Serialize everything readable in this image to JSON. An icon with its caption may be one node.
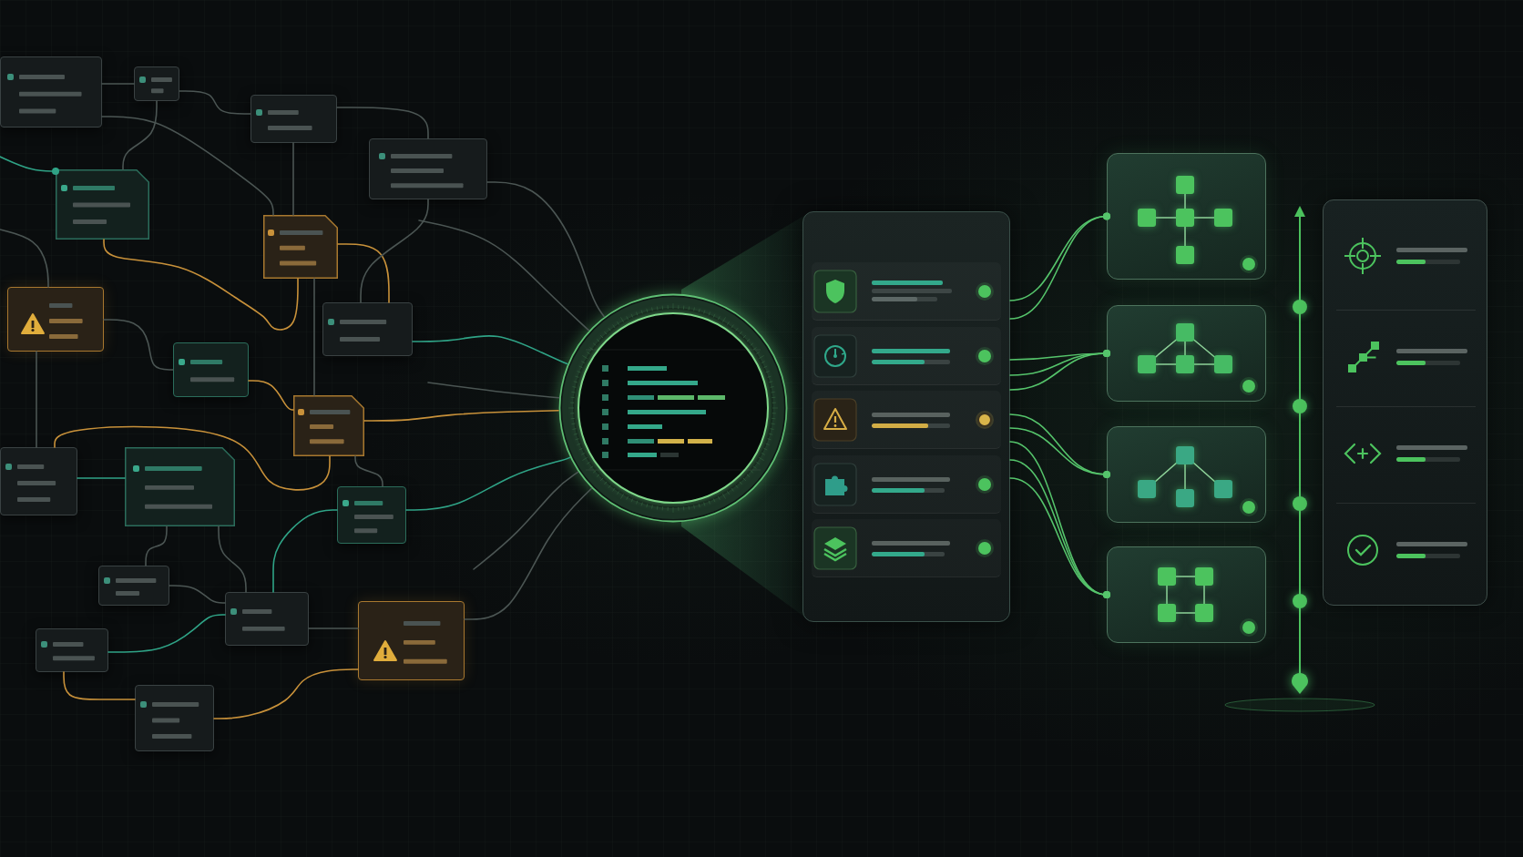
{
  "diagram": {
    "nodes": [
      {
        "text": [],
        "shape": "box"
      },
      {
        "text": [],
        "shape": "box"
      },
      {
        "text": [],
        "shape": "box"
      },
      {
        "text": [],
        "shape": "box"
      },
      {
        "text": [],
        "shape": "box"
      },
      {
        "text": [],
        "shape": "box"
      },
      {
        "text": [],
        "shape": "box"
      },
      {
        "text": [],
        "shape": "box"
      },
      {
        "text": [],
        "shape": "box"
      },
      {
        "text": [],
        "shape": "box"
      },
      {
        "text": [],
        "shape": "box"
      },
      {
        "text": [],
        "shape": "box"
      },
      {
        "text": [],
        "shape": "box"
      },
      {
        "text": [],
        "shape": "box"
      },
      {
        "text": [],
        "shape": "box"
      },
      {
        "text": [],
        "shape": "box"
      },
      {
        "text": [],
        "shape": "box"
      },
      {
        "text": [],
        "shape": "box"
      },
      {
        "text": [],
        "shape": "circle"
      },
      {
        "text": [],
        "shape": "cone"
      },
      {
        "text": [],
        "shape": "box"
      },
      {
        "text": [],
        "shape": "box"
      },
      {
        "text": [],
        "shape": "box"
      },
      {
        "text": [],
        "shape": "box"
      },
      {
        "text": [],
        "shape": "box"
      },
      {
        "text": [],
        "shape": "box"
      }
    ],
    "edges": [
      {
        "from": 0,
        "to": 1,
        "arrow": "none"
      },
      {
        "from": 1,
        "to": 2,
        "arrow": "none"
      },
      {
        "from": 2,
        "to": 3,
        "arrow": "none"
      },
      {
        "from": 2,
        "to": 5,
        "arrow": "none"
      },
      {
        "from": 0,
        "to": 5,
        "arrow": "none"
      },
      {
        "from": null,
        "to": 4,
        "arrow": "other",
        "color": "#2fa386"
      },
      {
        "from": 4,
        "to": 5,
        "arrow": "none",
        "color": "#c8913a"
      },
      {
        "from": 5,
        "to": 7,
        "arrow": "none",
        "color": "#c8913a"
      },
      {
        "from": 3,
        "to": 7,
        "arrow": "none"
      },
      {
        "from": null,
        "to": 6,
        "arrow": "none"
      },
      {
        "from": 6,
        "to": 8,
        "arrow": "none"
      },
      {
        "from": 8,
        "to": 9,
        "arrow": "none",
        "color": "#c8913a"
      },
      {
        "from": 7,
        "to": 18,
        "arrow": "none",
        "color": "#2fa386"
      },
      {
        "from": 9,
        "to": 18,
        "arrow": "none",
        "color": "#c8913a"
      },
      {
        "from": 9,
        "to": 12,
        "arrow": "none"
      },
      {
        "from": 10,
        "to": 11,
        "arrow": "none",
        "color": "#2fa386"
      },
      {
        "from": 10,
        "to": 9,
        "arrow": "none",
        "color": "#c8913a"
      },
      {
        "from": 11,
        "to": 13,
        "arrow": "none"
      },
      {
        "from": 11,
        "to": 14,
        "arrow": "none"
      },
      {
        "from": 12,
        "to": 18,
        "arrow": "none",
        "color": "#2fa386"
      },
      {
        "from": 12,
        "to": 14,
        "arrow": "none",
        "color": "#2fa386"
      },
      {
        "from": 16,
        "to": 14,
        "arrow": "none",
        "color": "#2fa386"
      },
      {
        "from": 16,
        "to": 17,
        "arrow": "none",
        "color": "#c8913a"
      },
      {
        "from": 17,
        "to": 15,
        "arrow": "none",
        "color": "#c8913a"
      },
      {
        "from": 15,
        "to": 18,
        "arrow": "none"
      },
      {
        "from": 3,
        "to": 18,
        "arrow": "none"
      },
      {
        "from": null,
        "to": 18,
        "arrow": "none"
      },
      {
        "from": null,
        "to": 18,
        "arrow": "none"
      },
      {
        "from": null,
        "to": 18,
        "arrow": "none"
      },
      {
        "from": 20,
        "to": 21,
        "arrow": "other",
        "color": "#55c46b"
      },
      {
        "from": 20,
        "to": 21,
        "arrow": "other",
        "color": "#55c46b"
      },
      {
        "from": 20,
        "to": 22,
        "arrow": "other",
        "color": "#55c46b"
      },
      {
        "from": 20,
        "to": 22,
        "arrow": "other",
        "color": "#55c46b"
      },
      {
        "from": 20,
        "to": 22,
        "arrow": "other",
        "color": "#55c46b"
      },
      {
        "from": 20,
        "to": 23,
        "arrow": "other",
        "color": "#55c46b"
      },
      {
        "from": 20,
        "to": 23,
        "arrow": "other",
        "color": "#55c46b"
      },
      {
        "from": 20,
        "to": 24,
        "arrow": "other",
        "color": "#55c46b"
      },
      {
        "from": 20,
        "to": 24,
        "arrow": "other",
        "color": "#55c46b"
      },
      {
        "from": 20,
        "to": 24,
        "arrow": "other",
        "color": "#55c46b"
      },
      {
        "from": 6,
        "to": 10,
        "arrow": "none"
      },
      {
        "from": 5,
        "to": 9,
        "arrow": "none"
      },
      {
        "from": 14,
        "to": 15,
        "arrow": "none"
      },
      {
        "from": 13,
        "to": 14,
        "arrow": "none"
      },
      {
        "from": 1,
        "to": 4,
        "arrow": "none"
      }
    ]
  }
}
